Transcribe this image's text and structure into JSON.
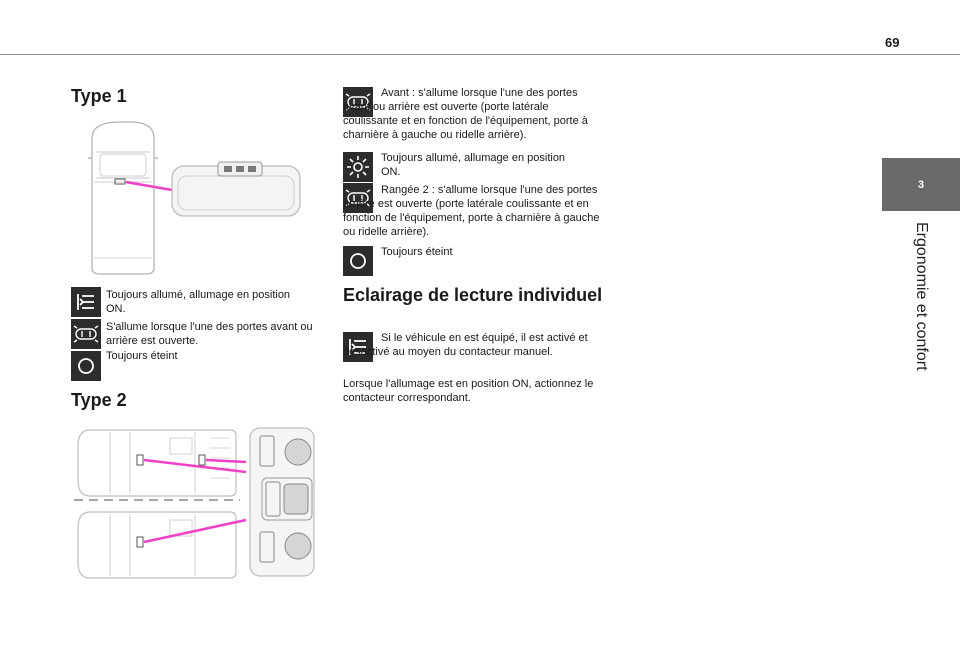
{
  "page": {
    "number": "69"
  },
  "chapter": {
    "number": "3",
    "title": "Ergonomie et confort"
  },
  "left": {
    "type1_heading": "Type 1",
    "type1_items": [
      {
        "icon": "map-light-on-icon",
        "text": "Toujours allumé, allumage en position ON."
      },
      {
        "icon": "door-light-icon",
        "text": "S'allume lorsque l'une des portes avant ou arrière est ouverte."
      },
      {
        "icon": "light-off-icon",
        "text": "Toujours éteint"
      }
    ],
    "type2_heading": "Type 2"
  },
  "right": {
    "items": [
      {
        "icon": "door-light-icon",
        "text": "Avant : s'allume lorsque l'une des portes avant ou arrière est ouverte (porte latérale coulissante et en fonction de l'équipement, porte à charnière à gauche ou ridelle arrière)."
      },
      {
        "icon": "sun-icon",
        "text": "Toujours allumé, allumage en position ON."
      },
      {
        "icon": "door-light-icon",
        "text": "Rangée 2 : s'allume lorsque l'une des portes arrière est ouverte (porte latérale coulissante et en fonction de l'équipement, porte à charnière à gauche ou ridelle arrière)."
      },
      {
        "icon": "light-off-icon",
        "text": "Toujours éteint"
      }
    ],
    "reading_heading": "Eclairage de lecture individuel",
    "reading_text": "Si le véhicule en est équipé, il est activé et désactivé au moyen du contacteur manuel.",
    "reading_text2": "Lorsque l'allumage est en position ON, actionnez le contacteur correspondant."
  },
  "colors": {
    "accent_line": "#f040c8",
    "icon_bg": "#2c2c2c",
    "chapter_tab": "#6a6a6a"
  }
}
